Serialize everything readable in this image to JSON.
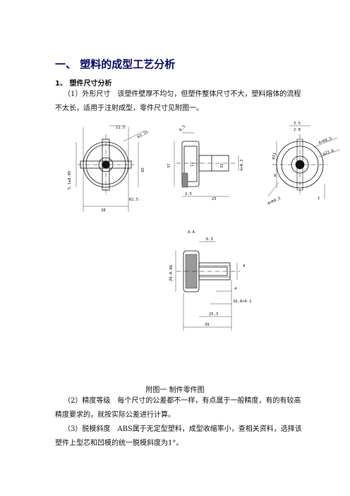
{
  "document": {
    "section_heading": "一、 塑料的成型工艺分析",
    "subsection_heading": "1、 塑件尺寸分析",
    "paragraph1": {
      "line1": "（1）外形尺寸　该塑件壁厚不均匀，但塑件整体尺寸不大，塑料熔体的流程",
      "line2": "不太长，适用于注射成型，零件尺寸见附图一。"
    },
    "figure_caption": "附图一 制件零件图",
    "paragraph2": {
      "line1": "（2）精度等级　每个尺寸的公差都不一样，有点属于一般精度，有的有较高",
      "line2": "精度要求的，就按实际公差进行计算。"
    },
    "paragraph3": {
      "line1": "（3）脱模斜度　ABS属于无定型塑料，成型收缩率小，查相关资料，选择该",
      "line2": "塑件上型芯和凹模的统一脱模斜度为1°。"
    }
  },
  "drawing_labels": {
    "front": {
      "top": "11.5",
      "radius": "R3.25",
      "right": "28",
      "bottom_left": "5.1±0.05",
      "bottom_right": "R1.5",
      "bottom": "28"
    },
    "side": {
      "top": "6.5",
      "left_h": "37",
      "inner": "11",
      "right_d": "4+0.2",
      "bottom": "2.5",
      "bottom2": "25",
      "shaft_d": "32"
    },
    "rear": {
      "t1": "3.5",
      "t2": "2.8",
      "r1": "4×R0.5",
      "r2": "φ22.6",
      "l1": "φ11",
      "l2": "8",
      "b1": "4×R0.5",
      "b2": "1"
    },
    "section": {
      "title": "A-A",
      "d1": "6.5",
      "left": "29-0.06",
      "right1": "4",
      "d2": "4",
      "d3": "16.8+0.1",
      "d4": "25.3",
      "d5": "39"
    }
  }
}
